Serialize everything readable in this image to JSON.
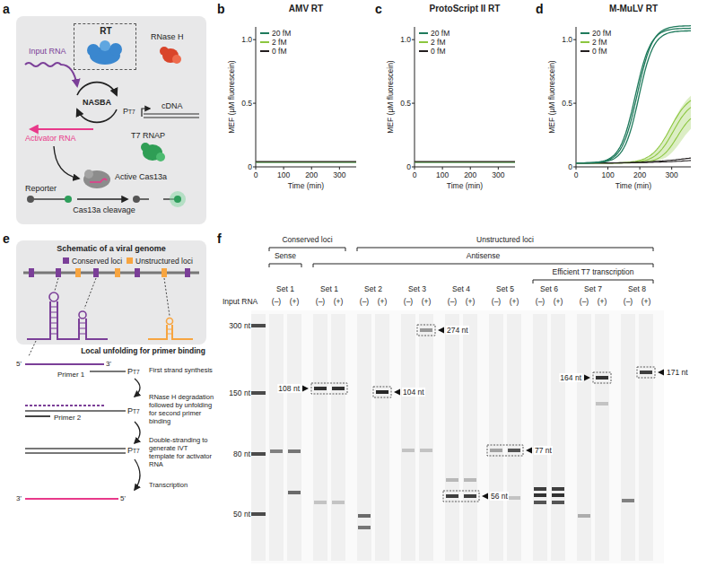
{
  "diagram": {
    "nodes": [
      {
        "text": [
          "Input RNA",
          "RNase H",
          "NASBA",
          "PT7",
          "cDNA",
          "Activator RNA",
          "T7 RNAP",
          "Active Cas13a",
          "Reporter",
          "Cas13a cleavage"
        ]
      },
      {
        "text": [
          "RT"
        ],
        "in": 0
      },
      {
        "text": [
          "Schematic of a viral genome"
        ]
      }
    ],
    "labels": [
      "a",
      "b",
      "AMV RT",
      "MEF (µM fluorescein)",
      "1.0",
      "0.5",
      "0",
      "0",
      "100",
      "200",
      "300",
      "Time (min)",
      "c",
      "ProtoScript II RT",
      "MEF (µM fluorescein)",
      "1.0",
      "0.5",
      "0",
      "0",
      "100",
      "200",
      "300",
      "Time (min)",
      "d",
      "M-MuLV RT",
      "MEF (µM fluorescein)",
      "1.0",
      "0.5",
      "0",
      "0",
      "100",
      "200",
      "300",
      "Time (min)",
      "e",
      "Local unfolding for primer binding",
      "5'",
      "3'",
      "Primer 1",
      "PT7",
      "First strand synthesis",
      "Primer 2",
      "RNase H degradation followed by unfolding for second primer binding",
      "PT7",
      "Double-stranding to generate IVT template for activator RNA",
      "PT7",
      "Transcription",
      "3'",
      "5'",
      "f",
      "Conserved loci",
      "Unstructured loci",
      "Sense",
      "Antisense",
      "Efficient T7 transcription",
      "Input RNA",
      "Set 1",
      "Set 1",
      "Set 2",
      "Set 3",
      "Set 4",
      "Set 5",
      "Set 6",
      "Set 7",
      "Set 8",
      "(–)",
      "(+)",
      "(–)",
      "(+)",
      "(–)",
      "(+)",
      "(–)",
      "(+)",
      "(–)",
      "(+)",
      "(–)",
      "(+)",
      "(–)",
      "(+)",
      "(–)",
      "(+)",
      "(–)",
      "(+)",
      "300 nt",
      "150 nt",
      "80 nt",
      "50 nt",
      "108 nt",
      "104 nt",
      "274 nt",
      "56 nt",
      "77 nt",
      "164 nt",
      "171 nt"
    ],
    "legend": [
      {
        "text": "20 fM",
        "color": "#1f7a5c"
      },
      {
        "text": "2 fM",
        "color": "#8cc63f"
      },
      {
        "text": "0 fM",
        "color": "#231f20"
      },
      {
        "text": "20 fM",
        "color": "#1f7a5c"
      },
      {
        "text": "2 fM",
        "color": "#8cc63f"
      },
      {
        "text": "0 fM",
        "color": "#231f20"
      },
      {
        "text": "20 fM",
        "color": "#1f7a5c"
      },
      {
        "text": "2 fM",
        "color": "#8cc63f"
      },
      {
        "text": "0 fM",
        "color": "#231f20"
      },
      {
        "text": "Conserved loci",
        "color": "#7b3f98"
      },
      {
        "text": "Unstructured loci",
        "color": "#f7a541"
      }
    ]
  }
}
